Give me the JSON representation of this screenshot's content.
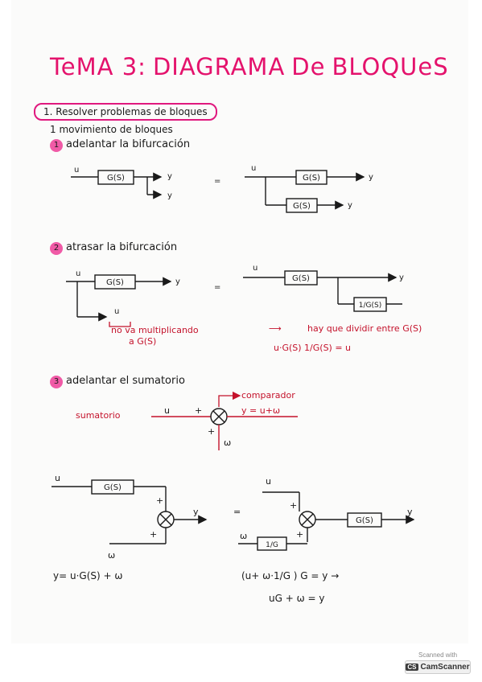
{
  "title": [
    "TeMA 3:",
    "DIAGRAMA",
    "De",
    "BLOQUeS"
  ],
  "subtitle1": "1. Resolver problemas de bloques",
  "subtitle2": "1 movimiento de bloques",
  "s1": {
    "num": "1",
    "label": "adelantar la bifurcación"
  },
  "s2": {
    "num": "2",
    "label": "atrasar la bifurcación"
  },
  "s3": {
    "num": "3",
    "label": "adelantar el sumatorio"
  },
  "blocks": {
    "g": "G(S)",
    "inv": "1/G(S)",
    "invg": "1/G"
  },
  "vars": {
    "u": "u",
    "y": "y",
    "w": "ω",
    "plus": "+",
    "eq": "="
  },
  "notes": {
    "no_mult_a": "no va multiplicando",
    "no_mult_b": "a G(S)",
    "dividir": "hay que dividir entre G(S)",
    "eq2": "u·G(S) 1/G(S) = u",
    "comparador": "comparador",
    "sumatorio": "sumatorio",
    "ysum": "y = u+ω",
    "eq3a": "y= u·G(S) + ω",
    "eq3b": "(u+ ω·1/G ) G = y →",
    "eq3c": "uG + ω = y",
    "arrow": "⟶"
  },
  "badge": {
    "line1": "Scanned with",
    "brand": "CamScanner",
    "mark": "CS"
  }
}
